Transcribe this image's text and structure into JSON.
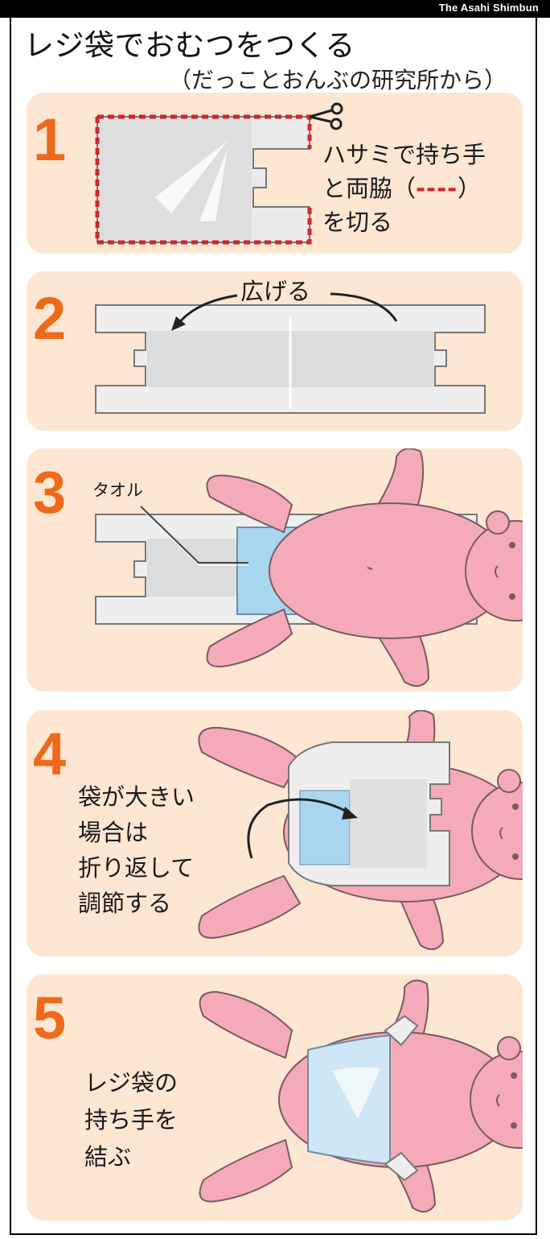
{
  "header": {
    "credit": "The Asahi Shimbun",
    "title": "レジ袋でおむつをつくる",
    "subtitle": "（だっことおんぶの研究所から）"
  },
  "steps": [
    {
      "number": "1",
      "caption": [
        "ハサミで持ち手",
        "と両脇（",
        "）",
        "を切る"
      ],
      "dash": "----"
    },
    {
      "number": "2",
      "label": "広げる"
    },
    {
      "number": "3",
      "label": "タオル"
    },
    {
      "number": "4",
      "caption": [
        "袋が大きい",
        "場合は",
        "折り返して",
        "調節する"
      ]
    },
    {
      "number": "5",
      "caption": [
        "レジ袋の",
        "持ち手を",
        "結ぶ"
      ]
    }
  ],
  "colors": {
    "panel_bg": "#fde6d2",
    "step_number": "#ee6a1a",
    "baby_skin": "#f4aab8",
    "towel": "#a9d6ef",
    "bag": "#eeeeee",
    "cut_line": "#d4242c"
  }
}
